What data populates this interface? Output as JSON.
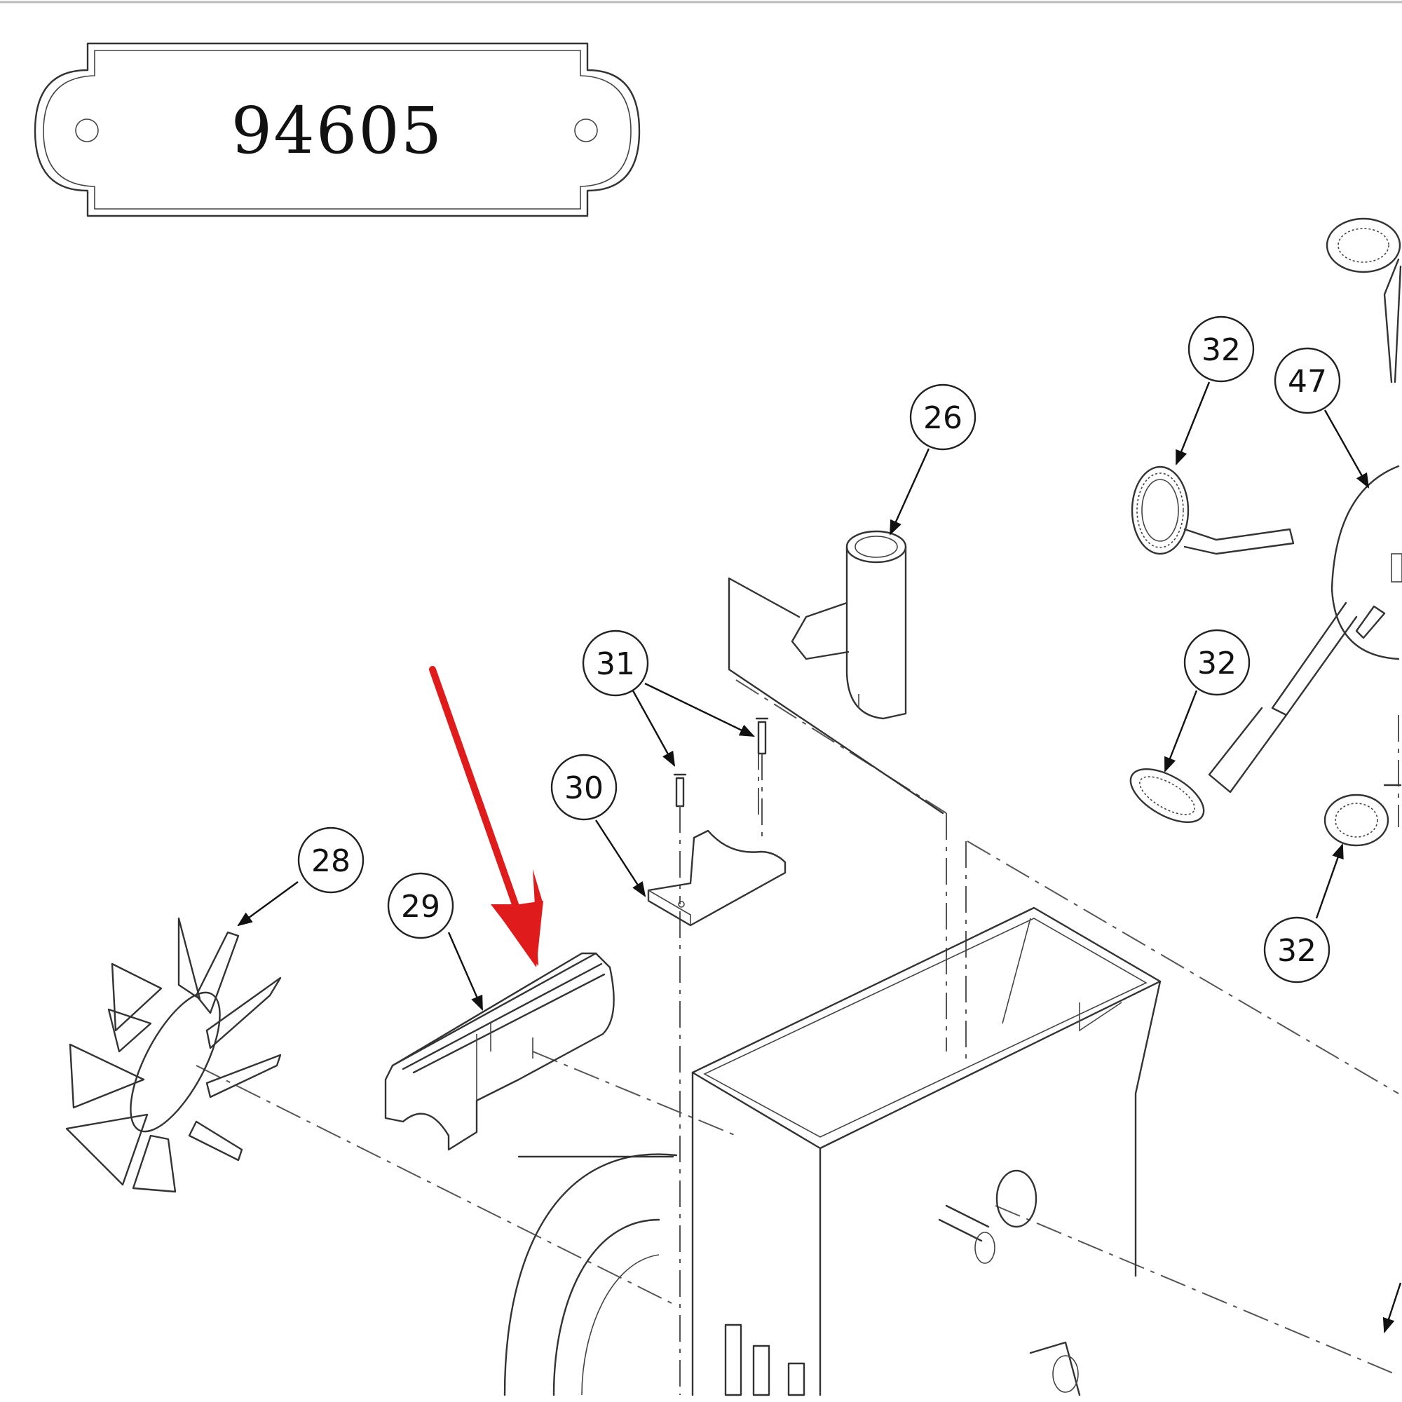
{
  "plate": {
    "model_number": "94605"
  },
  "callouts": [
    {
      "id": "c26",
      "label": "26"
    },
    {
      "id": "c28",
      "label": "28"
    },
    {
      "id": "c29",
      "label": "29"
    },
    {
      "id": "c30",
      "label": "30"
    },
    {
      "id": "c31",
      "label": "31"
    },
    {
      "id": "c32a",
      "label": "32"
    },
    {
      "id": "c32b",
      "label": "32"
    },
    {
      "id": "c32c",
      "label": "32"
    },
    {
      "id": "c47",
      "label": "47"
    }
  ],
  "colors": {
    "line": "#333333",
    "highlight_arrow": "#e01b1b",
    "background": "#ffffff"
  }
}
